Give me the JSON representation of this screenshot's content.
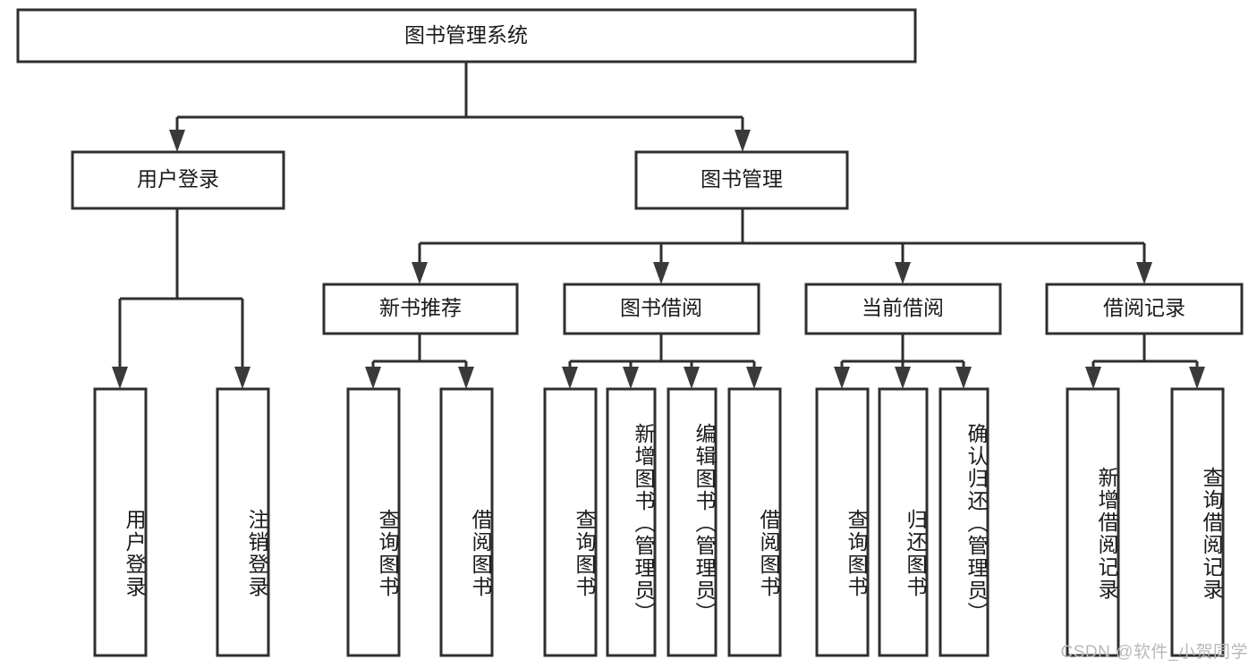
{
  "diagram": {
    "type": "tree-hierarchy-function-decomposition",
    "title": "图书管理系统",
    "watermark": "CSDN @软件_小贺同学",
    "colors": {
      "stroke": "#2f2f2f",
      "fill": "#ffffff",
      "text": "#1a1a1a",
      "watermark": "#b9b9b9"
    },
    "levels": {
      "root": {
        "label": "图书管理系统"
      },
      "level2": [
        {
          "id": "user-login",
          "label": "用户登录"
        },
        {
          "id": "book-management",
          "label": "图书管理"
        }
      ],
      "level3": [
        {
          "id": "new-book-recommend",
          "label": "新书推荐",
          "parent": "book-management"
        },
        {
          "id": "book-borrow",
          "label": "图书借阅",
          "parent": "book-management"
        },
        {
          "id": "current-borrow",
          "label": "当前借阅",
          "parent": "book-management"
        },
        {
          "id": "borrow-record",
          "label": "借阅记录",
          "parent": "book-management"
        }
      ],
      "leaves": [
        {
          "id": "leaf-user-login",
          "label": "用户登录",
          "parent": "user-login"
        },
        {
          "id": "leaf-logout-login",
          "label": "注销登录",
          "parent": "user-login"
        },
        {
          "id": "leaf-query-book-1",
          "label": "查询图书",
          "parent": "new-book-recommend"
        },
        {
          "id": "leaf-borrow-book-1",
          "label": "借阅图书",
          "parent": "new-book-recommend"
        },
        {
          "id": "leaf-query-book-2",
          "label": "查询图书",
          "parent": "book-borrow"
        },
        {
          "id": "leaf-add-book",
          "label": "新增图书（管理员）",
          "parent": "book-borrow"
        },
        {
          "id": "leaf-edit-book",
          "label": "编辑图书（管理员）",
          "parent": "book-borrow"
        },
        {
          "id": "leaf-borrow-book-2",
          "label": "借阅图书",
          "parent": "book-borrow"
        },
        {
          "id": "leaf-query-book-3",
          "label": "查询图书",
          "parent": "current-borrow"
        },
        {
          "id": "leaf-return-book",
          "label": "归还图书",
          "parent": "current-borrow"
        },
        {
          "id": "leaf-confirm-return",
          "label": "确认归还（管理员）",
          "parent": "current-borrow"
        },
        {
          "id": "leaf-add-borrow-record",
          "label": "新增借阅记录",
          "parent": "borrow-record"
        },
        {
          "id": "leaf-query-borrow-record",
          "label": "查询借阅记录",
          "parent": "borrow-record"
        }
      ]
    }
  }
}
